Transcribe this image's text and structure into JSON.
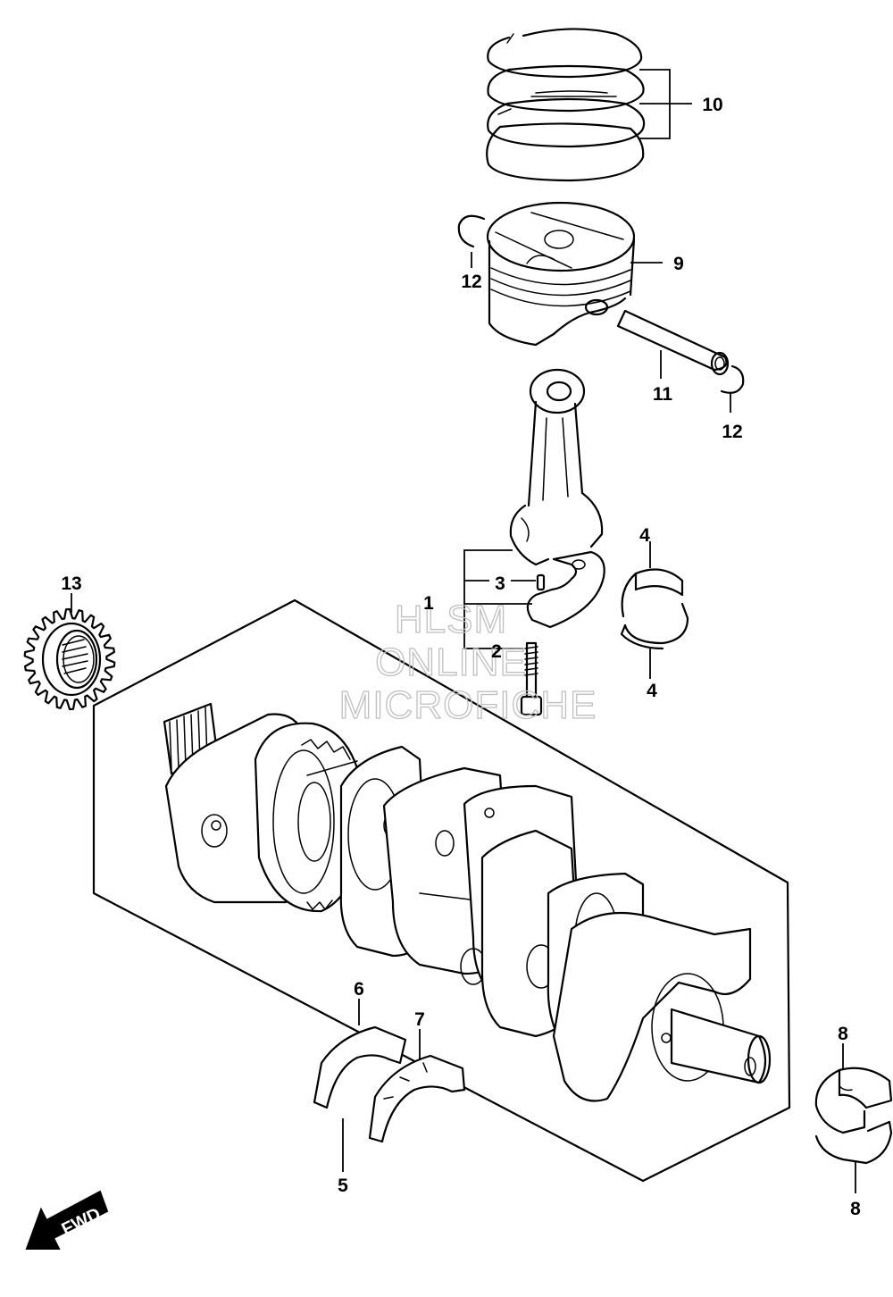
{
  "diagram": {
    "callouts": {
      "c1": "1",
      "c2": "2",
      "c3": "3",
      "c4a": "4",
      "c4b": "4",
      "c5": "5",
      "c6": "6",
      "c7": "7",
      "c8a": "8",
      "c8b": "8",
      "c9": "9",
      "c10": "10",
      "c11": "11",
      "c12a": "12",
      "c12b": "12",
      "c13": "13"
    },
    "watermark": {
      "line1": "HLSM",
      "line2": "ONLINE",
      "line3": "MICROFICHE"
    },
    "fwd_label": "FWD"
  }
}
